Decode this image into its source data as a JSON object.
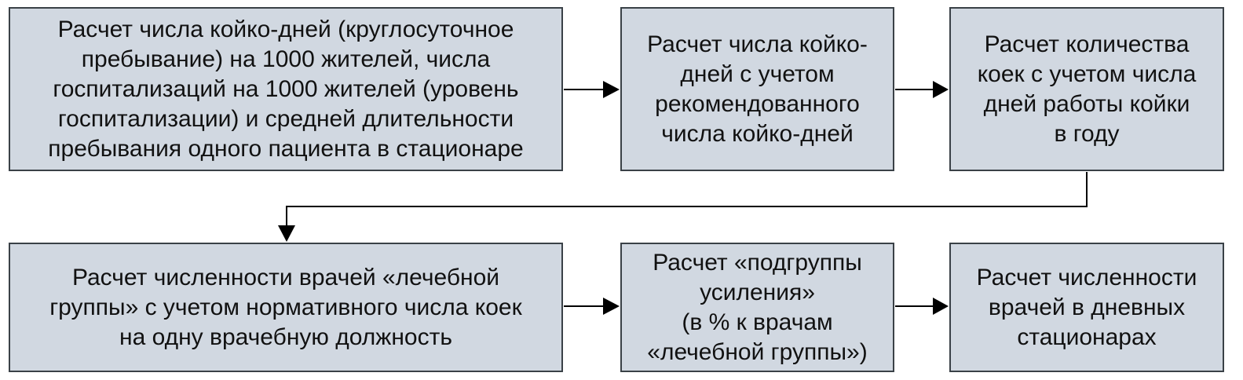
{
  "boxes": [
    {
      "id": "b1",
      "text": "Расчет числа койко-дней (круглосуточное\nпребывание) на 1000 жителей, числа\nгоспитализаций на 1000 жителей (уровень\nгоспитализации) и средней длительности\nпребывания одного пациента в стационаре"
    },
    {
      "id": "b2",
      "text": "Расчет числа койко-\nдней с учетом\nрекомендованного\nчисла койко-дней"
    },
    {
      "id": "b3",
      "text": "Расчет количества\nкоек с учетом числа\nдней работы койки\nв году"
    },
    {
      "id": "b4",
      "text": "Расчет численности врачей «лечебной\nгруппы» с учетом нормативного числа коек\nна одну врачебную должность"
    },
    {
      "id": "b5",
      "text": "Расчет «подгруппы\nусиления»\n(в % к врачам\n«лечебной группы»)"
    },
    {
      "id": "b6",
      "text": "Расчет численности\nврачей в дневных\nстационарах"
    }
  ],
  "connectors": [
    {
      "from": "b1",
      "to": "b2"
    },
    {
      "from": "b2",
      "to": "b3"
    },
    {
      "from": "b3",
      "to": "b4"
    },
    {
      "from": "b4",
      "to": "b5"
    },
    {
      "from": "b5",
      "to": "b6"
    }
  ]
}
